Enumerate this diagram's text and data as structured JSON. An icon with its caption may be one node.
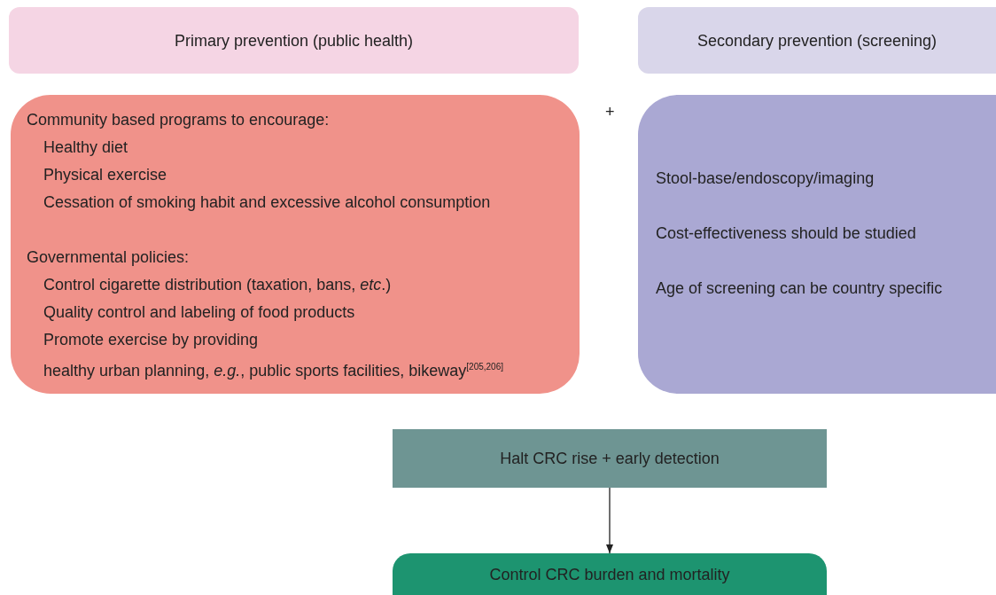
{
  "diagram": {
    "nodes": [
      {
        "text": [
          "Primary prevention (public health)"
        ]
      },
      {
        "text": [
          "Secondary prevention (screening)"
        ]
      },
      {
        "text": [
          "Community based programs to encourage:",
          "Healthy diet",
          "Physical exercise",
          "Cessation of smoking habit and excessive alcohol consumption",
          "Governmental policies:",
          "Control cigarette distribution (taxation, bans, *etc*.)",
          "Quality control and labeling of food products",
          "Promote exercise by providing",
          "healthy urban planning, *e.g.*, public sports facilities, bikeway$^{[205,206]}$"
        ]
      },
      {
        "text": [
          "Stool-base/endoscopy/imaging",
          "Cost-effectiveness should be studied",
          "Age of screening can be country specific"
        ]
      },
      {
        "text": [
          "Halt CRC rise + early detection"
        ]
      },
      {
        "text": [
          "Control CRC burden and mortality"
        ]
      }
    ],
    "edges": [
      {
        "from": 4,
        "to": 5,
        "arrow": "to"
      }
    ],
    "labels": [
      "+"
    ]
  }
}
